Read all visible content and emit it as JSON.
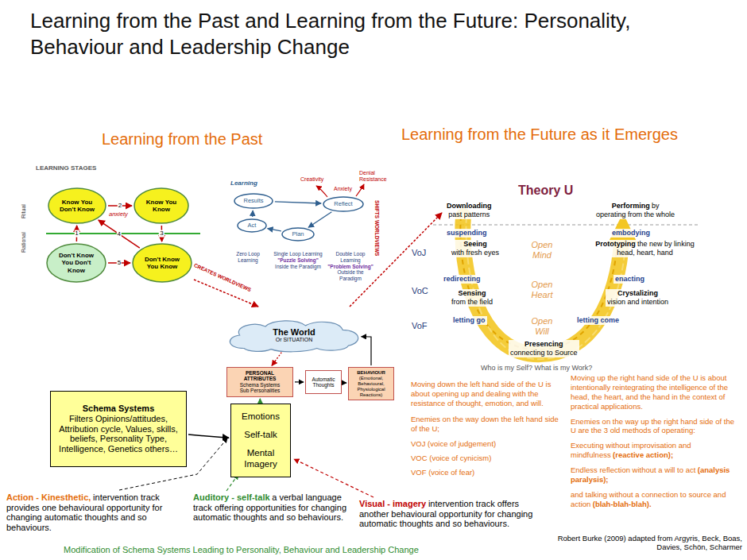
{
  "diagram": {
    "title": "Learning from the Past and Learning from the Future: Personality, Behaviour and Leadership Change",
    "caption": "Modification of Schema Systems Leading to Personality, Behaviour and Leadership Change",
    "nodes": [
      {
        "text": [
          "Know You Don't Know"
        ]
      },
      {
        "text": [
          "Know You Know"
        ]
      },
      {
        "text": [
          "Don't Know You Don't Know"
        ]
      },
      {
        "text": [
          "Don't Know You Know"
        ]
      },
      {
        "text": [
          "Results"
        ]
      },
      {
        "text": [
          "Act"
        ]
      },
      {
        "text": [
          "Plan"
        ]
      },
      {
        "text": [
          "Reflect"
        ]
      },
      {
        "text": [
          "The World",
          "Or SITUATION"
        ]
      },
      {
        "text": [
          "PERSONAL ATTRIBUTES",
          "Schema Systems",
          "Sub Personalities"
        ]
      },
      {
        "text": [
          "Automatic Thoughts"
        ]
      },
      {
        "text": [
          "BEHAVIOUR",
          "(Emotional, Behavioural, Physiological Reactions)"
        ]
      },
      {
        "text": [
          "Schema Systems",
          "Filters Opinions/attitudes, Attribution cycle, Values, skills, beliefs, Personality Type, Intelligence, Genetics others…"
        ]
      },
      {
        "text": [
          "Emotions",
          "Self-talk",
          "Mental Imagery"
        ]
      }
    ],
    "edges": [
      {
        "from": 2,
        "to": 0,
        "label": "1",
        "arrow": "to"
      },
      {
        "from": 0,
        "to": 1,
        "label": "2",
        "arrow": "to"
      },
      {
        "from": 1,
        "to": 3,
        "label": "3",
        "arrow": "to"
      },
      {
        "from": 3,
        "to": 0,
        "label": "4",
        "arrow": "to"
      },
      {
        "from": 2,
        "to": 3,
        "label": "5",
        "arrow": "to"
      },
      {
        "from": 5,
        "to": 4,
        "arrow": "to"
      },
      {
        "from": 4,
        "to": 7,
        "arrow": "to"
      },
      {
        "from": 7,
        "to": 6,
        "arrow": "to"
      },
      {
        "from": 6,
        "to": 5,
        "arrow": "to"
      },
      {
        "from": 8,
        "to": 9,
        "arrow": "to"
      },
      {
        "from": 9,
        "to": 10,
        "arrow": "to"
      },
      {
        "from": 10,
        "to": 11,
        "arrow": "to"
      },
      {
        "from": 11,
        "to": 8,
        "arrow": "to"
      },
      {
        "from": 12,
        "to": 13,
        "arrow": "to"
      },
      {
        "from": 13,
        "to": 9,
        "arrow": "to"
      }
    ],
    "labels": [
      "Learning from the Past",
      "Learning from the Future as it Emerges",
      "LEARNING STAGES",
      "Ritual",
      "Rational",
      "anxiety",
      "CREATES WORLDVIEWS",
      "Learning",
      "Creativity",
      "Anxiety",
      "Denial Resistance",
      "SHIFTS WORLDVIEWS",
      "Zero Loop Learning",
      "Single Loop Learning",
      "\"Puzzle Solving\"",
      "Inside the Paradigm",
      "Double Loop Learning",
      "\"Problem Solving\"",
      "Outside the Paradigm",
      "Theory U",
      "Downloading",
      "past patterns",
      "Performing",
      "by",
      "operating from the whole",
      "suspending",
      "embodying",
      "Seeing",
      "with fresh eyes",
      "Prototyping",
      "the new by linking head, heart, hand",
      "VoJ",
      "Open Mind",
      "redirecting",
      "enacting",
      "VoC",
      "Open Heart",
      "Sensing",
      "from the field",
      "Crystalizing",
      "vision and intention",
      "VoF",
      "letting go",
      "Open Will",
      "letting come",
      "Presencing",
      "connecting to Source",
      "Who is my Self? What is my Work?",
      "Moving down the left hand side of the U is about opening up and dealing with the resistance of thought, emotion, and will.",
      "Enemies on the way down the left hand side of the U;",
      "VOJ (voice of judgement)",
      "VOC (voice of cynicism)",
      "VOF (voice of fear)",
      "Moving up the right hand side of the U is about intentionally reintegrating the intelligence of the head, the heart, and the hand in the context of practical applications.",
      "Enemies on the way up the right hand side of the U are the 3 old methods of operating:",
      "Executing without improvisation and mindfulness",
      "(reactive action);",
      "Endless reflection without a will to act",
      "(analysis paralysis);",
      "and talking without a connection to source and action",
      "(blah-blah-blah).",
      "Action - Kinesthetic,",
      "intervention track provides one behavioural opportunity for changing automatic thoughts and so behaviours.",
      "Auditory - self-talk",
      "a verbal language track offering opportunities for changing automatic thoughts and so behaviours.",
      "Visual - imagery",
      "intervention track offers another behavioural opportunity for changing automatic thoughts and so behaviours.",
      "Robert Burke (2009) adapted from Argyris, Beck, Boas, Davies, Schön, Scharmer"
    ]
  }
}
